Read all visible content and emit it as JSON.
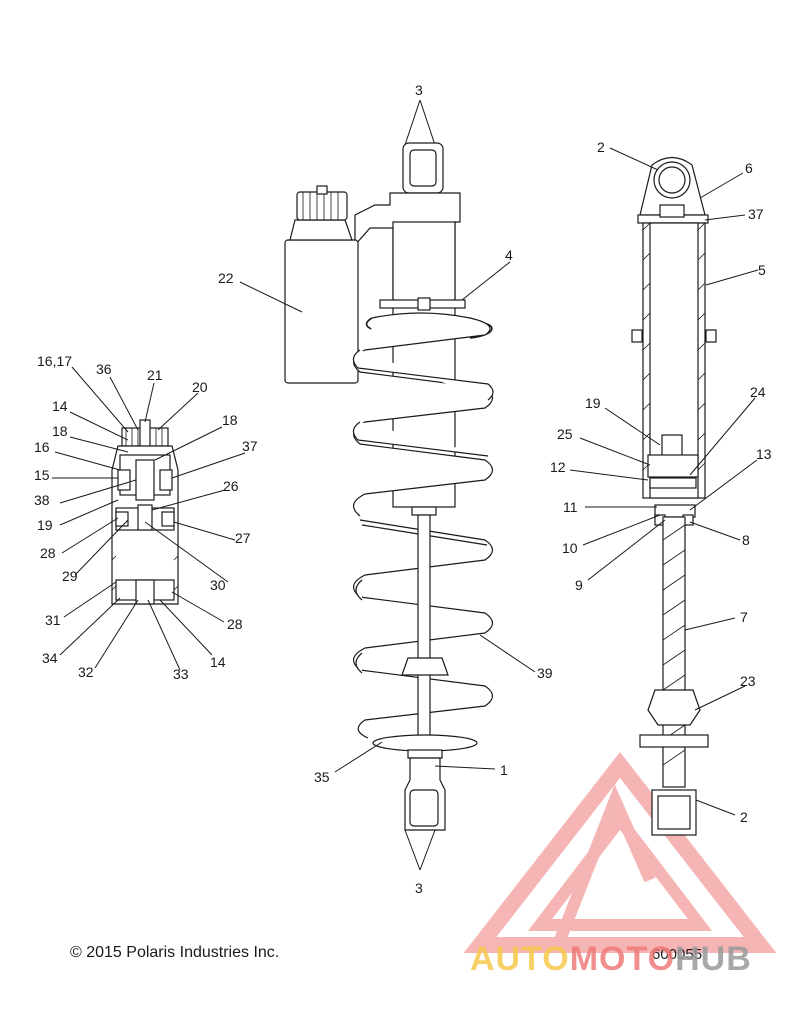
{
  "footer": {
    "copyright": "© 2015 Polaris Industries Inc.",
    "figure_number": "600055"
  },
  "watermark": {
    "part1": "AUTO",
    "part2": "MOTO",
    "part3": "HUB",
    "colors": {
      "auto": "#f6c94d",
      "moto": "#f07a7a",
      "hub": "#9a9a9a",
      "logo": "#f07a7a"
    }
  },
  "callouts": {
    "c1": "1",
    "c2": "2",
    "c3": "3",
    "c4": "4",
    "c5": "5",
    "c6": "6",
    "c7": "7",
    "c8": "8",
    "c9": "9",
    "c10": "10",
    "c11": "11",
    "c12": "12",
    "c13": "13",
    "c14": "14",
    "c15": "15",
    "c16": "16",
    "c1617": "16,17",
    "c18": "18",
    "c19": "19",
    "c20": "20",
    "c21": "21",
    "c22": "22",
    "c23": "23",
    "c24": "24",
    "c25": "25",
    "c26": "26",
    "c27": "27",
    "c28": "28",
    "c29": "29",
    "c30": "30",
    "c31": "31",
    "c32": "32",
    "c33": "33",
    "c34": "34",
    "c35": "35",
    "c36": "36",
    "c37": "37",
    "c38": "38",
    "c39": "39"
  }
}
